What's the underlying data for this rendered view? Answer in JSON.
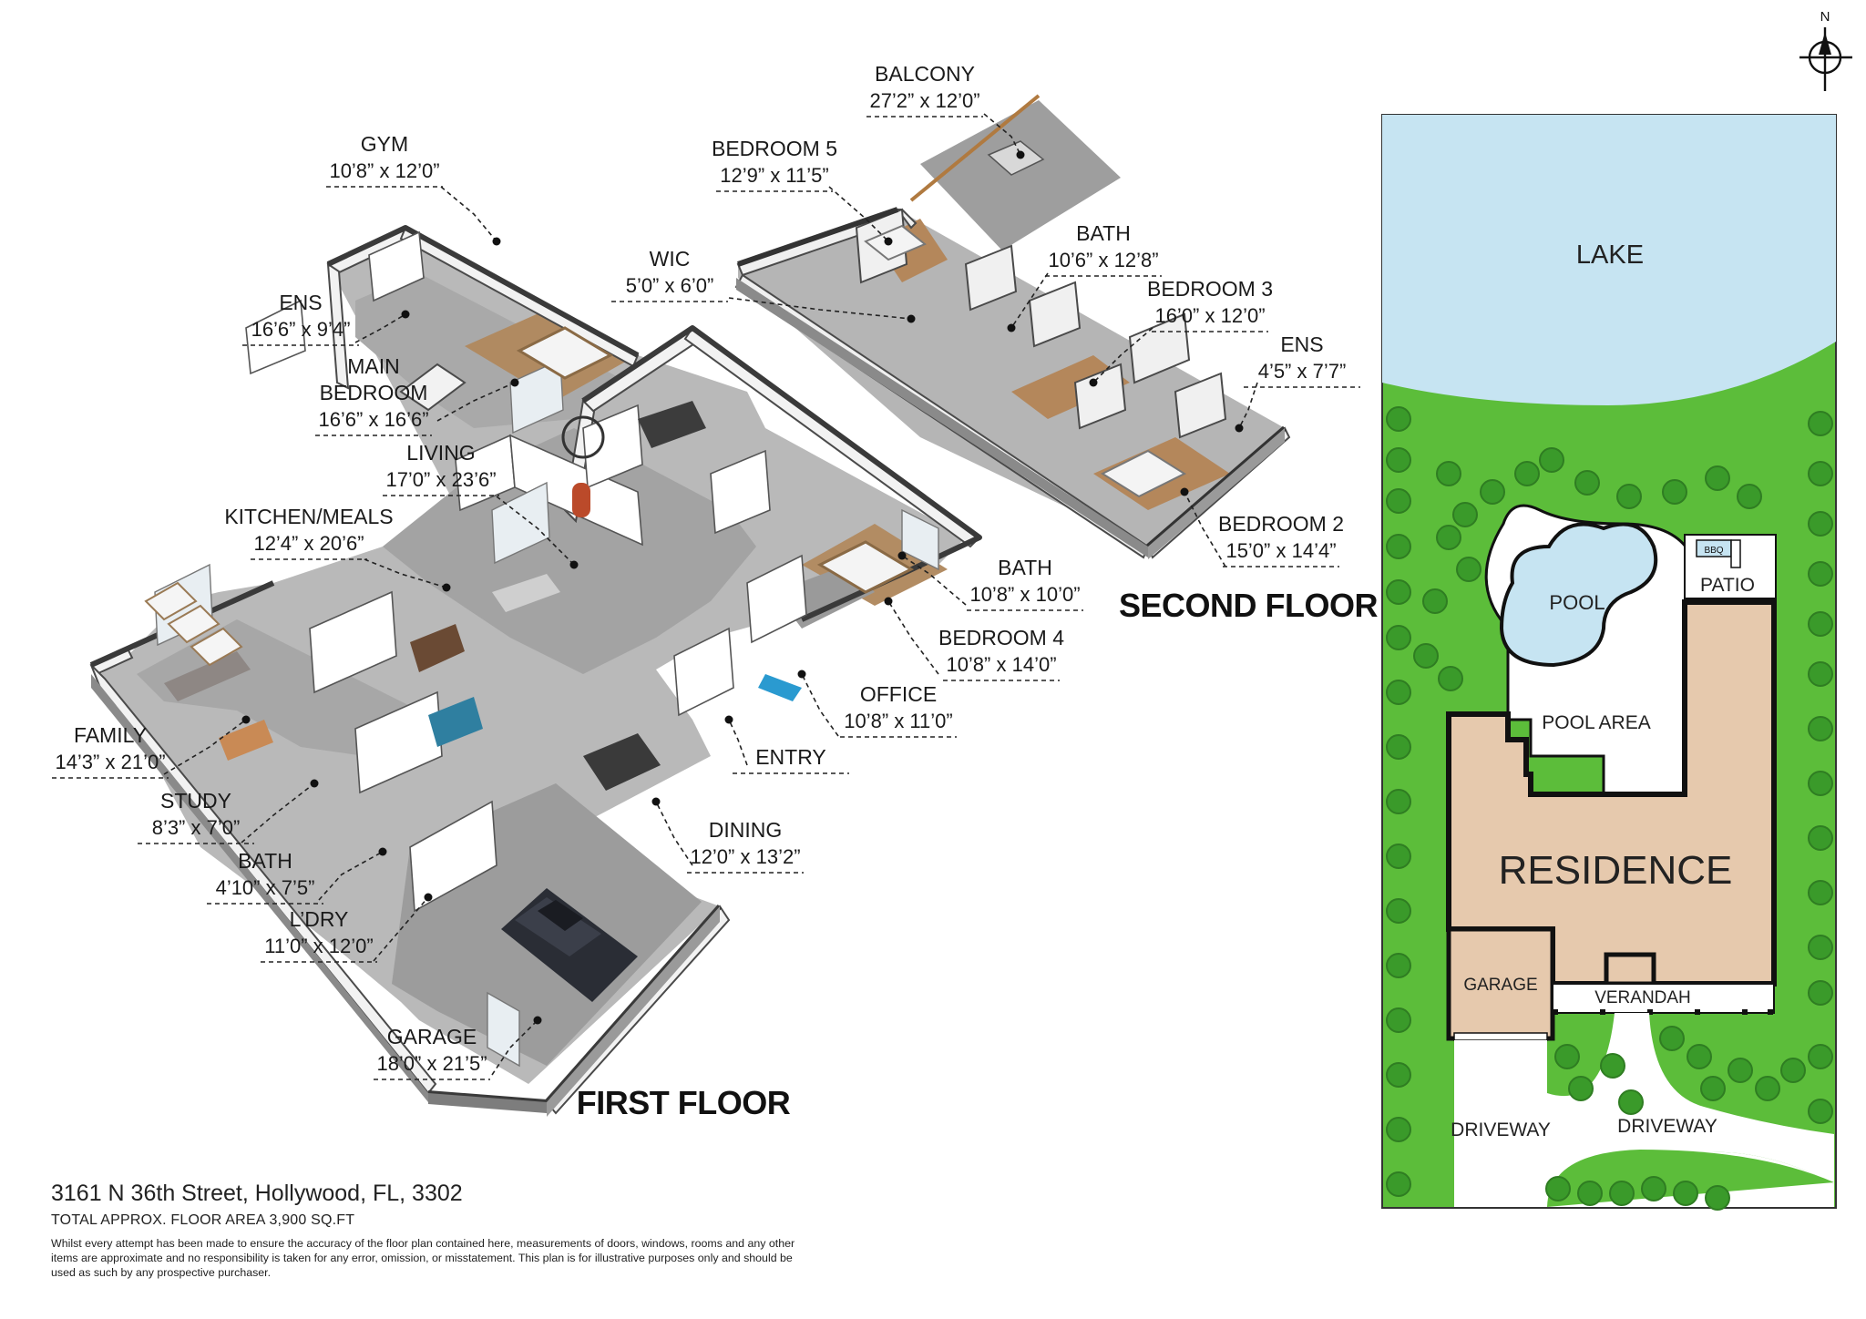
{
  "first_floor": {
    "title": "FIRST FLOOR",
    "rooms": [
      {
        "name": "GYM",
        "dim": "10’8” x 12’0”"
      },
      {
        "name": "ENS",
        "dim": "16’6” x 9’4”"
      },
      {
        "name": "MAIN",
        "name2": "BEDROOM",
        "dim": "16’6” x 16’6”"
      },
      {
        "name": "LIVING",
        "dim": "17’0” x 23’6”"
      },
      {
        "name": "KITCHEN/MEALS",
        "dim": "12’4” x 20’6”"
      },
      {
        "name": "FAMILY",
        "dim": "14’3” x 21’0”"
      },
      {
        "name": "STUDY",
        "dim": "8’3” x 7’0”"
      },
      {
        "name": "BATH",
        "dim": "4’10” x 7’5”"
      },
      {
        "name": "L’DRY",
        "dim": "11’0” x 12’0”"
      },
      {
        "name": "GARAGE",
        "dim": "18’0” x 21’5”"
      },
      {
        "name": "DINING",
        "dim": "12’0” x 13’2”"
      },
      {
        "name": "ENTRY",
        "dim": ""
      },
      {
        "name": "OFFICE",
        "dim": "10’8” x 11’0”"
      },
      {
        "name": "BEDROOM 4",
        "dim": "10’8” x 14’0”"
      },
      {
        "name": "BATH",
        "dim": "10’8” x 10’0”"
      }
    ]
  },
  "second_floor": {
    "title": "SECOND FLOOR",
    "rooms": [
      {
        "name": "BALCONY",
        "dim": "27’2” x 12’0”"
      },
      {
        "name": "BEDROOM 5",
        "dim": "12’9” x 11’5”"
      },
      {
        "name": "WIC",
        "dim": "5’0” x 6’0”"
      },
      {
        "name": "BATH",
        "dim": "10’6” x 12’8”"
      },
      {
        "name": "BEDROOM 3",
        "dim": "16’0” x 12’0”"
      },
      {
        "name": "ENS",
        "dim": "4’5” x 7’7”"
      },
      {
        "name": "BEDROOM 2",
        "dim": "15’0” x 14’4”"
      }
    ]
  },
  "site_plan": {
    "north": "N",
    "lake": "LAKE",
    "pool": "POOL",
    "patio": "PATIO",
    "bbq": "BBQ",
    "pool_area": "POOL AREA",
    "residence": "RESIDENCE",
    "garage": "GARAGE",
    "verandah": "VERANDAH",
    "driveway_left": "DRIVEWAY",
    "driveway_right": "DRIVEWAY",
    "colors": {
      "lake": "#c6e4f2",
      "lawn": "#5cbd3a",
      "tree": "#3a9a2a",
      "residence": "#e6c9ad",
      "outline": "#111111"
    }
  },
  "footer": {
    "address": "3161 N 36th Street, Hollywood, FL, 3302",
    "area": "TOTAL APPROX. FLOOR AREA 3,900 SQ.FT",
    "disclaimer": "Whilst every attempt has been made to ensure the accuracy of the floor plan contained here, measurements of doors, windows, rooms and any other items are approximate and no responsibility is taken for any error, omission, or misstatement. This plan is for illustrative purposes only and should be used as such by any prospective purchaser."
  }
}
